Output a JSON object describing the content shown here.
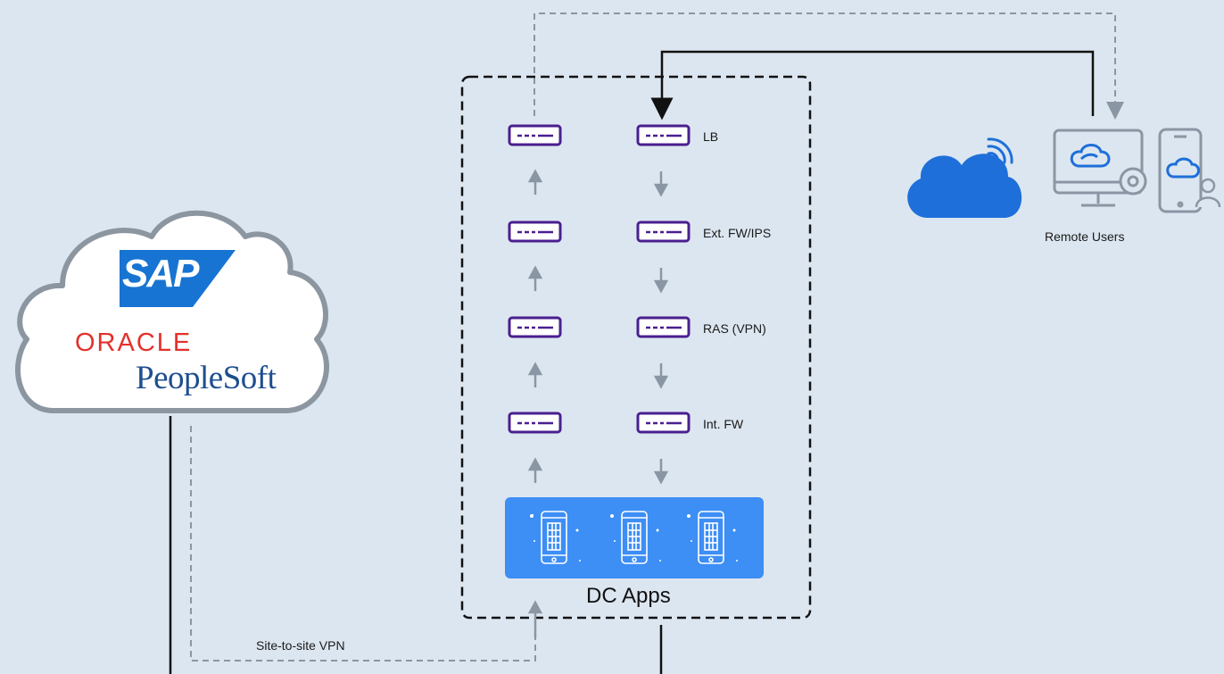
{
  "diagram": {
    "left_cloud": {
      "logos": {
        "sap": "SAP",
        "oracle": "ORACLE",
        "peoplesoft": "PeopleSoft"
      }
    },
    "data_center": {
      "apps_label": "DC Apps",
      "stack_labels": [
        "LB",
        "Ext. FW/IPS",
        "RAS (VPN)",
        "Int. FW"
      ]
    },
    "remote_users": {
      "label": "Remote Users"
    },
    "connections": {
      "site_to_site_label": "Site-to-site VPN"
    },
    "colors": {
      "background": "#dce6f0",
      "device_purple": "#4a1f8f",
      "apps_blue": "#3d8ef5",
      "cloud_blue": "#1e6fd9",
      "connector_gray": "#8a96a3",
      "connector_black": "#111111"
    }
  }
}
